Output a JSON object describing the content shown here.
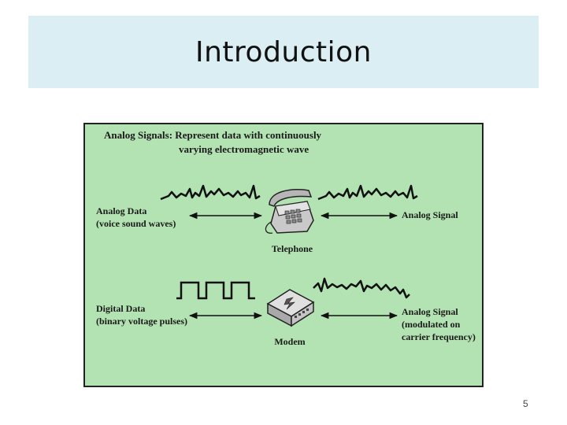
{
  "slide": {
    "title": "Introduction",
    "page_number": "5"
  },
  "diagram": {
    "heading_line1": "Analog Signals: Represent data with continuously",
    "heading_line2": "varying electromagnetic wave",
    "row1": {
      "left_label_line1": "Analog Data",
      "left_label_line2": "(voice sound waves)",
      "device_label": "Telephone",
      "right_label": "Analog Signal"
    },
    "row2": {
      "left_label_line1": "Digital Data",
      "left_label_line2": "(binary voltage pulses)",
      "device_label": "Modem",
      "right_label_line1": "Analog Signal",
      "right_label_line2": "(modulated on",
      "right_label_line3": "carrier frequency)"
    },
    "colors": {
      "panel_fill": "#b3e3b3",
      "panel_border": "#222222",
      "device_fill": "#c9c9c9"
    }
  }
}
